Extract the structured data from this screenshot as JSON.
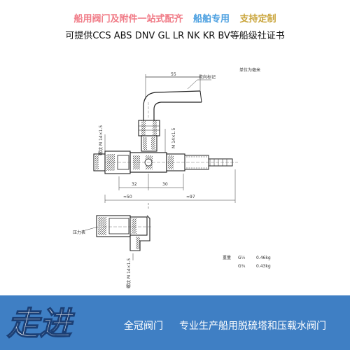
{
  "header": {
    "promo_1": "船用阀门及附件一站式配齐",
    "promo_2": "船舶专用",
    "promo_3": "支持定制",
    "cert_line": "可提供CCS ABS  DNV GL LR NK  KR  BV等船级社证书"
  },
  "drawing": {
    "unit_note": "单位为毫米",
    "marker_note": "流向标记",
    "dims": {
      "top_len": "55",
      "left_len": "32",
      "right_len": "30",
      "overall_left": "≈50",
      "overall_right": "≈97"
    },
    "side_labels": {
      "left_thread": "螺纹 M 14×1.5",
      "right_thread": "M 14×1.5",
      "lower_thread": "螺纹 M 14×1.5",
      "pressure_label": "压力表"
    },
    "weights": {
      "label": "重量",
      "row1_size": "G½",
      "row1_value": "0.46kg",
      "row2_size": "G¾",
      "row2_value": "0.43kg"
    }
  },
  "footer": {
    "logo_text": "走进",
    "brand": "全冠阀门",
    "slogan": "专业生产船用脱硫塔和压载水阀门",
    "background": "#3f7fc4"
  }
}
